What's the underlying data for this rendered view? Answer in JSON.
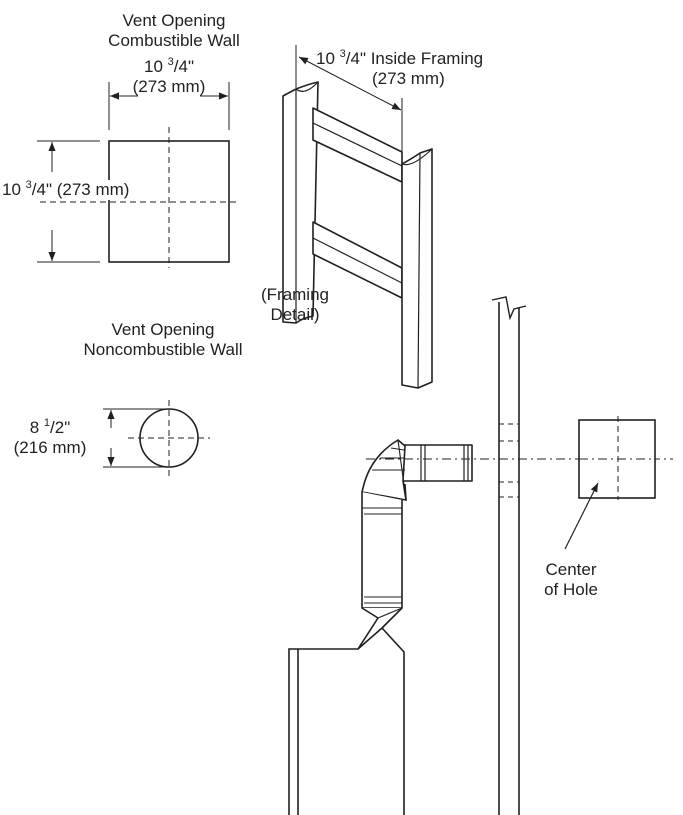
{
  "combustible": {
    "title_line1": "Vent Opening",
    "title_line2": "Combustible Wall",
    "width_dim": {
      "whole": "10 ",
      "num": "3",
      "den": "/4\"",
      "metric": "(273 mm)"
    },
    "height_dim": {
      "whole": "10 ",
      "num": "3",
      "den": "/4\"",
      "metric": "(273 mm)"
    }
  },
  "framing": {
    "dim": {
      "whole": "10 ",
      "num": "3",
      "den": "/4\" Inside Framing",
      "metric": "(273 mm)"
    },
    "caption_line1": "(Framing",
    "caption_line2": "Detail)"
  },
  "noncombustible": {
    "title_line1": "Vent Opening",
    "title_line2": "Noncombustible Wall",
    "dim": {
      "whole": "8 ",
      "num": "1",
      "den": "/2\"",
      "metric": "(216 mm)"
    }
  },
  "hole": {
    "label_line1": "Center",
    "label_line2": "of Hole"
  },
  "colors": {
    "ink": "#231f20",
    "background": "#ffffff"
  }
}
